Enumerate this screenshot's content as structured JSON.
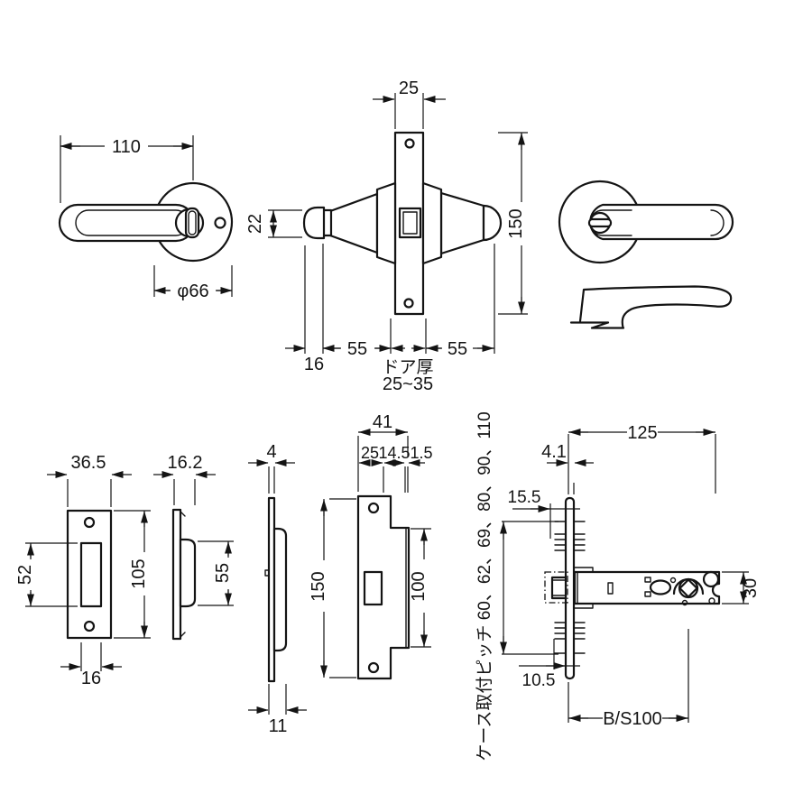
{
  "title": "Lever handle lockset technical drawing",
  "colors": {
    "line": "#141414",
    "background": "#ffffff"
  },
  "views": {
    "lever_front": {
      "width": "110",
      "rose_diameter": "φ66"
    },
    "section": {
      "faceplate_width": "25",
      "grip_height": "22",
      "height": "150",
      "grip_tip": "16",
      "left_55": "55",
      "door_label": "ドア厚",
      "door_range": "25~35",
      "right_55": "55"
    },
    "strike_front": {
      "width": "36.5",
      "slot_height": "52",
      "height": "105",
      "slot_width": "16"
    },
    "strike_side": {
      "depth": "16.2",
      "box_height": "55"
    },
    "faceplate_side": {
      "thickness": "4",
      "depth": "11"
    },
    "latch_front": {
      "width": "41",
      "w_flat": "25",
      "w_step": "14.5",
      "w_lip": "1.5",
      "height": "150",
      "step_height": "100"
    },
    "lock_case": {
      "length": "125",
      "plate_thickness": "4.1",
      "offset_top": "15.5",
      "offset_bottom": "10.5",
      "height": "30",
      "backset": "B/S100",
      "pitch": "ケース取付ピッチ 60、62、69、80、90、110"
    }
  }
}
